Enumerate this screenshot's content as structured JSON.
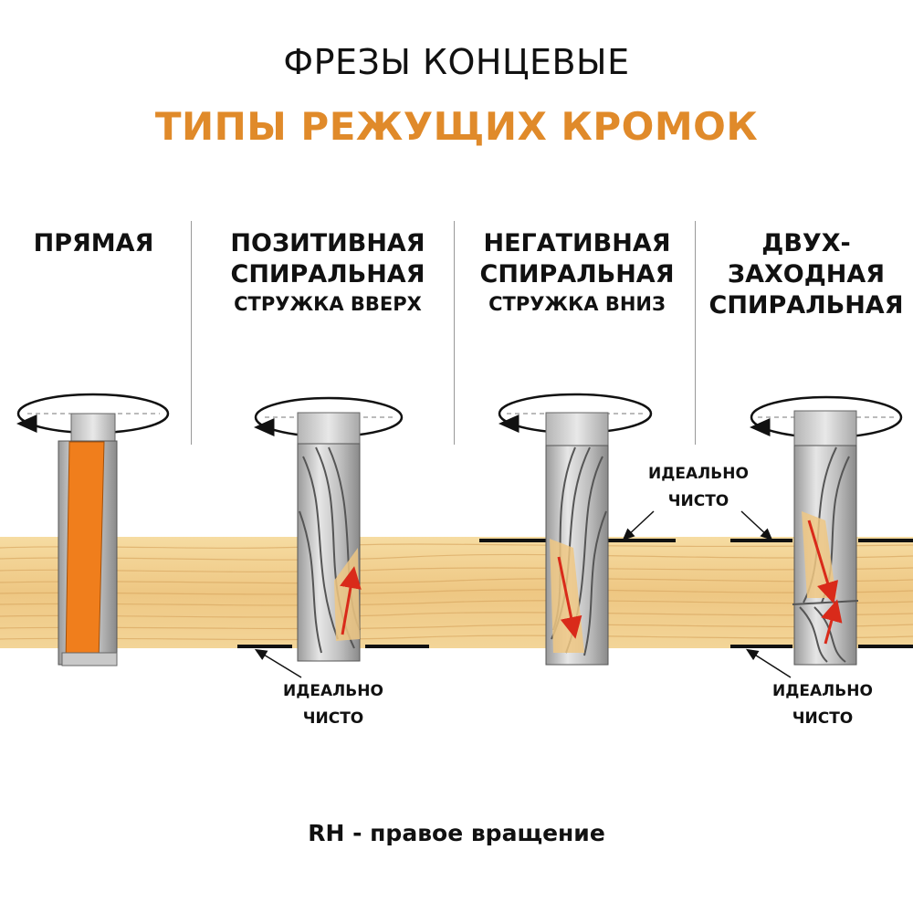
{
  "header": {
    "title": "ФРЕЗЫ КОНЦЕВЫЕ",
    "subtitle": "ТИПЫ РЕЖУЩИХ КРОМОК"
  },
  "columns": [
    {
      "line1": "ПРЯМАЯ"
    },
    {
      "line1": "ПОЗИТИВНАЯ",
      "line2": "СПИРАЛЬНАЯ",
      "line3": "СТРУЖКА ВВЕРХ"
    },
    {
      "line1": "НЕГАТИВНАЯ",
      "line2": "СПИРАЛЬНАЯ",
      "line3": "СТРУЖКА ВНИЗ"
    },
    {
      "line1": "ДВУХ-",
      "line2": "ЗАХОДНАЯ",
      "line3": "СПИРАЛЬНАЯ"
    }
  ],
  "annotations": {
    "clean_line1": "ИДЕАЛЬНО",
    "clean_line2": "ЧИСТО"
  },
  "footer": "RH - правое вращение",
  "colors": {
    "accent": "#e08a2a",
    "wood": "#f1cf8c",
    "cutter_orange": "#f07e1c",
    "arrow_red": "#d92a1a"
  }
}
